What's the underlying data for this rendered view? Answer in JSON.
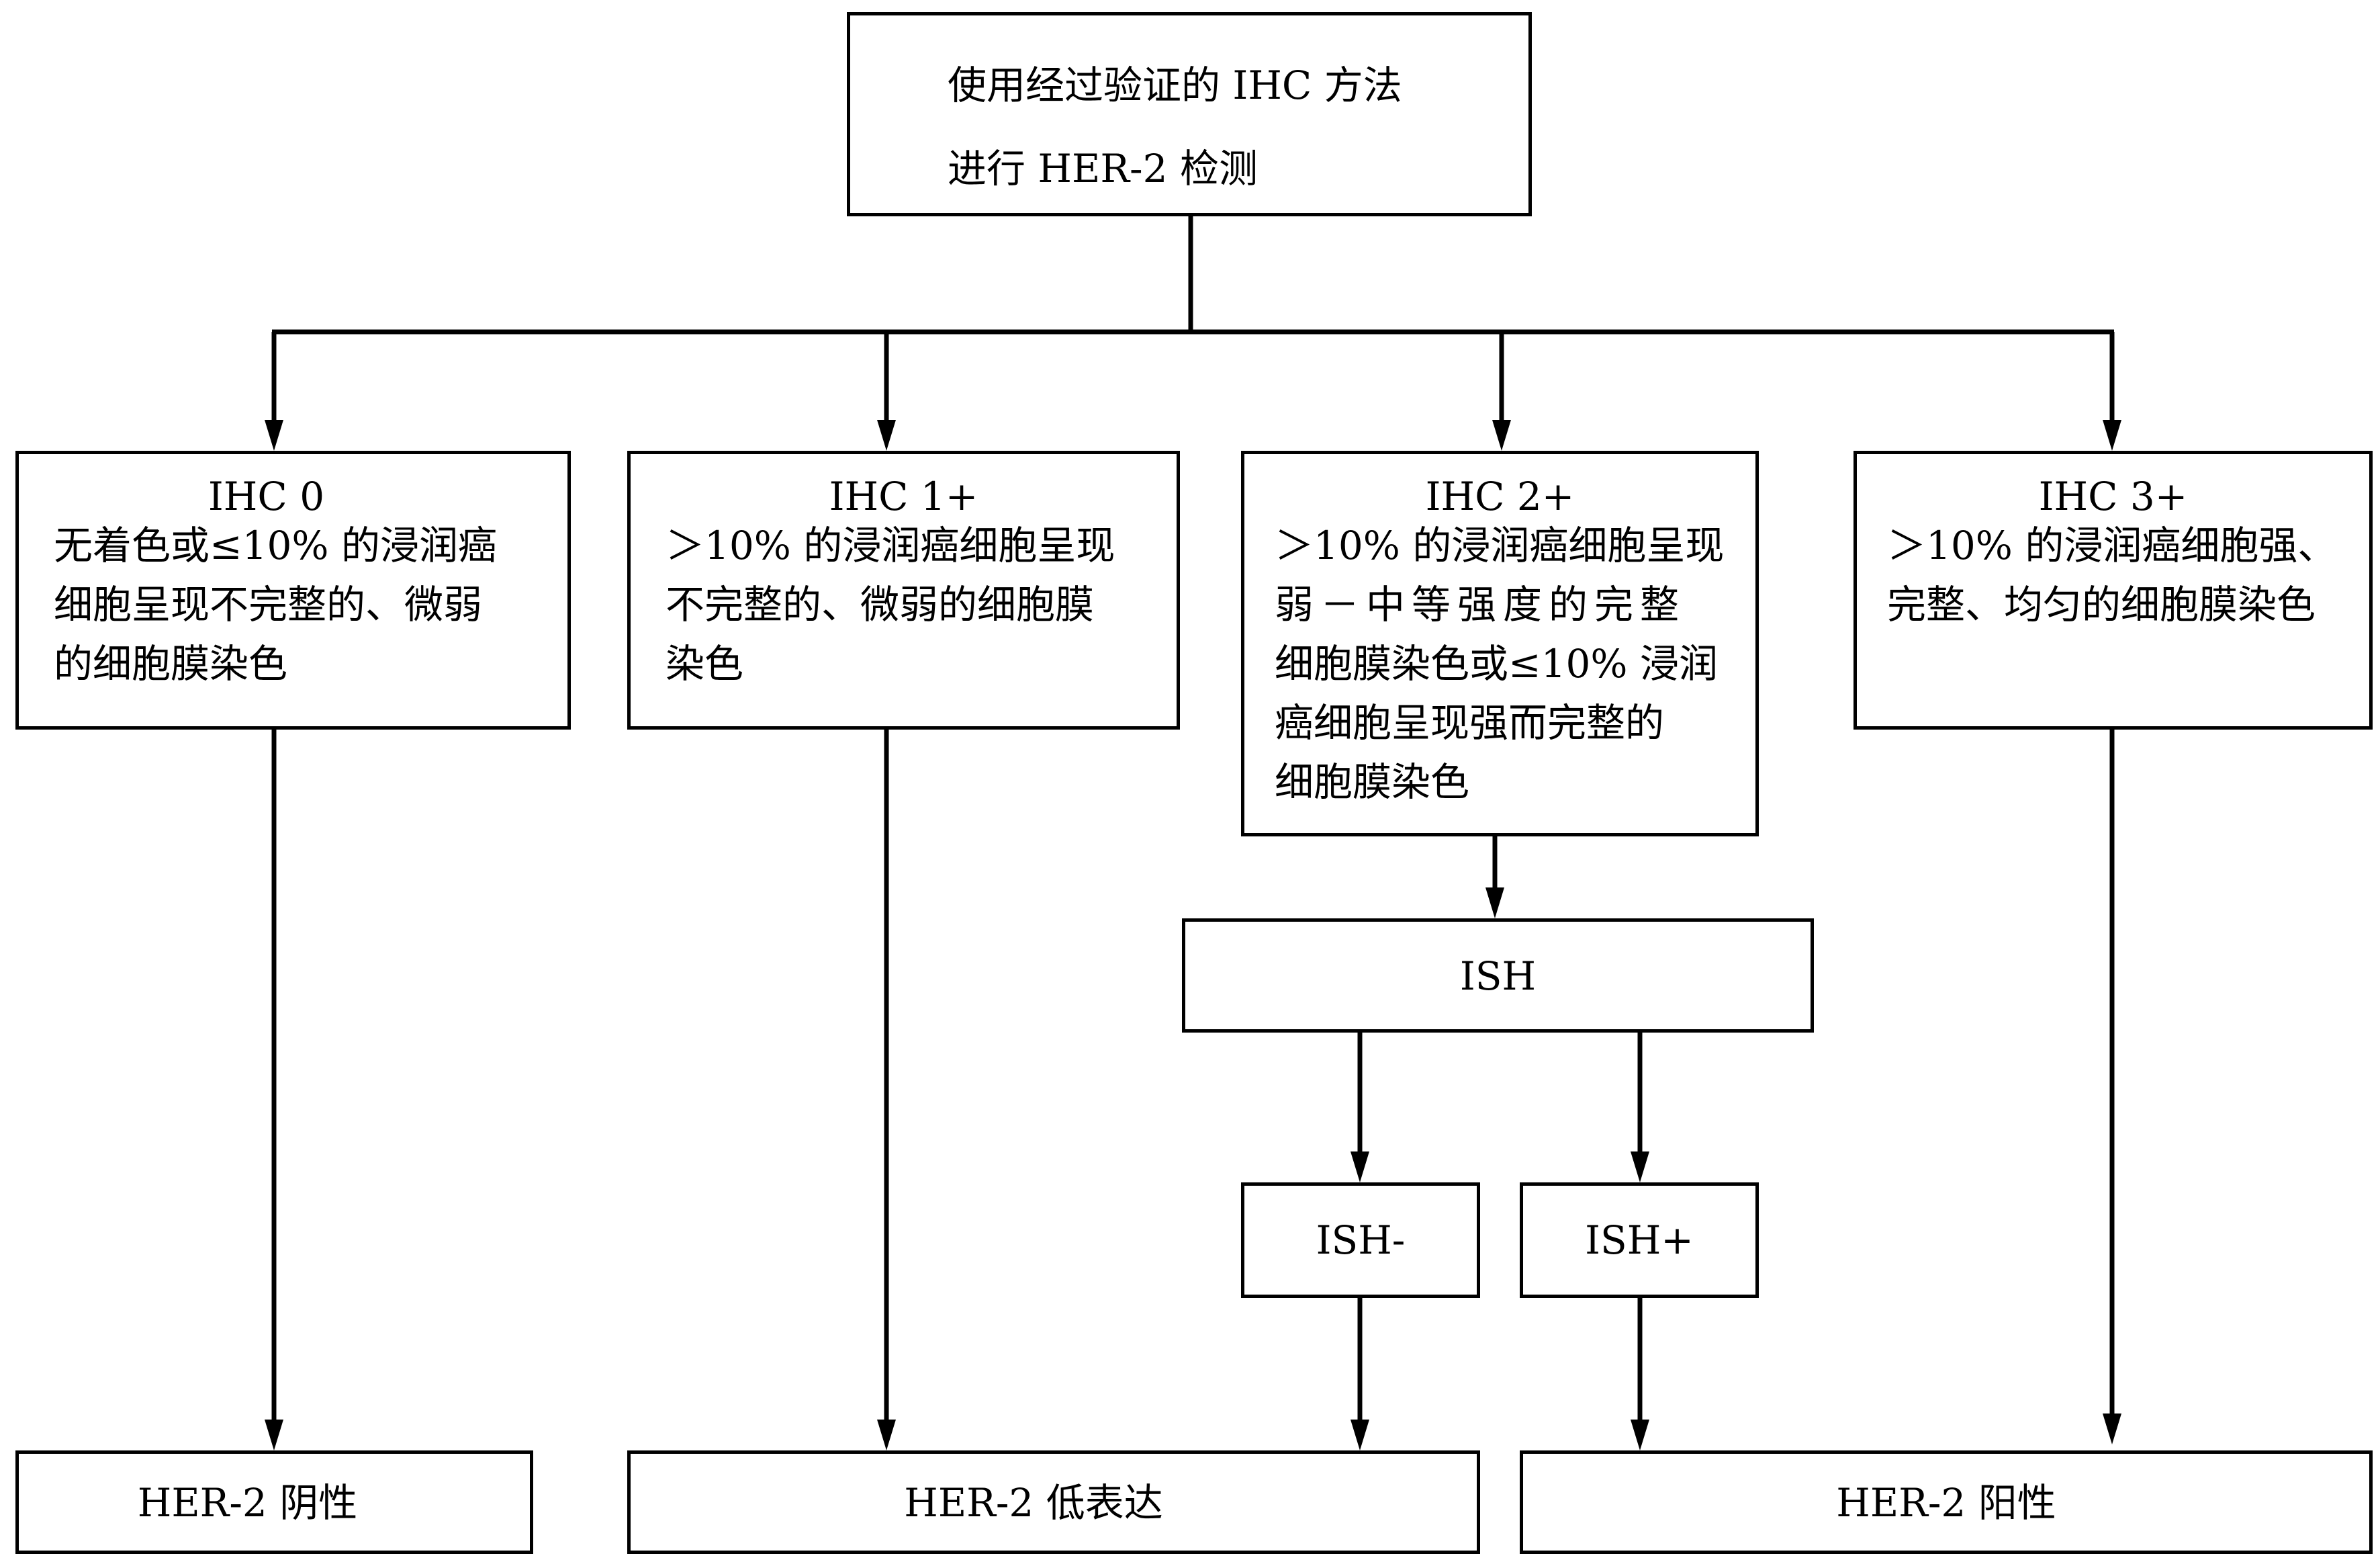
{
  "diagram": {
    "top": {
      "lines": [
        "使用经过验证的 IHC 方法",
        "进行 HER-2 检测"
      ]
    },
    "ihc": [
      {
        "title": "IHC 0",
        "lines": [
          "无着色或≤10% 的浸润癌",
          "细胞呈现不完整的、微弱",
          "的细胞膜染色"
        ]
      },
      {
        "title": "IHC 1+",
        "lines": [
          "＞10% 的浸润癌细胞呈现",
          "不完整的、微弱的细胞膜",
          "染色"
        ]
      },
      {
        "title": "IHC 2+",
        "lines": [
          "＞10% 的浸润癌细胞呈现",
          "弱－中等强度的完整",
          "细胞膜染色或≤10% 浸润",
          "癌细胞呈现强而完整的",
          "细胞膜染色"
        ]
      },
      {
        "title": "IHC 3+",
        "lines": [
          "＞10% 的浸润癌细胞强、",
          "完整、均匀的细胞膜染色"
        ]
      }
    ],
    "ish": {
      "label": "ISH",
      "negative": "ISH-",
      "positive": "ISH+"
    },
    "results": {
      "negative": "HER-2 阴性",
      "low": "HER-2 低表达",
      "positive": "HER-2 阳性"
    }
  }
}
